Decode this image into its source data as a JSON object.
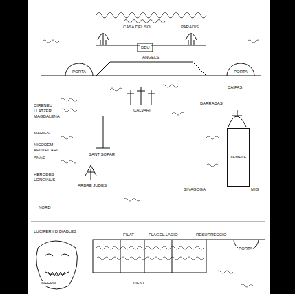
{
  "diagram": {
    "nodes": [
      {
        "text": [
          "TEMPLE"
        ]
      }
    ],
    "labels": [
      "CASA DEL SOL",
      "PARADIS",
      "DEU",
      "ANGELS",
      "PORTA",
      "PORTA",
      "CIRENEU",
      "LLATZER",
      "MAGDALENA",
      "MARIES",
      "NICODEM",
      "APOTECARI",
      "ANAS",
      "HERODES",
      "LONGINUS",
      "CALVARI",
      "SANT SOPAR",
      "BARRABAS",
      "CAIFAS",
      "ARBRE JUDES",
      "SINAGOGA",
      "MIG",
      "NORD",
      "LUCIFER I D DIABLES",
      "FILAT",
      "FLAGEL.LACIO",
      "RESURRECCIO",
      "PORTA",
      "INFERN",
      "OEST"
    ]
  }
}
